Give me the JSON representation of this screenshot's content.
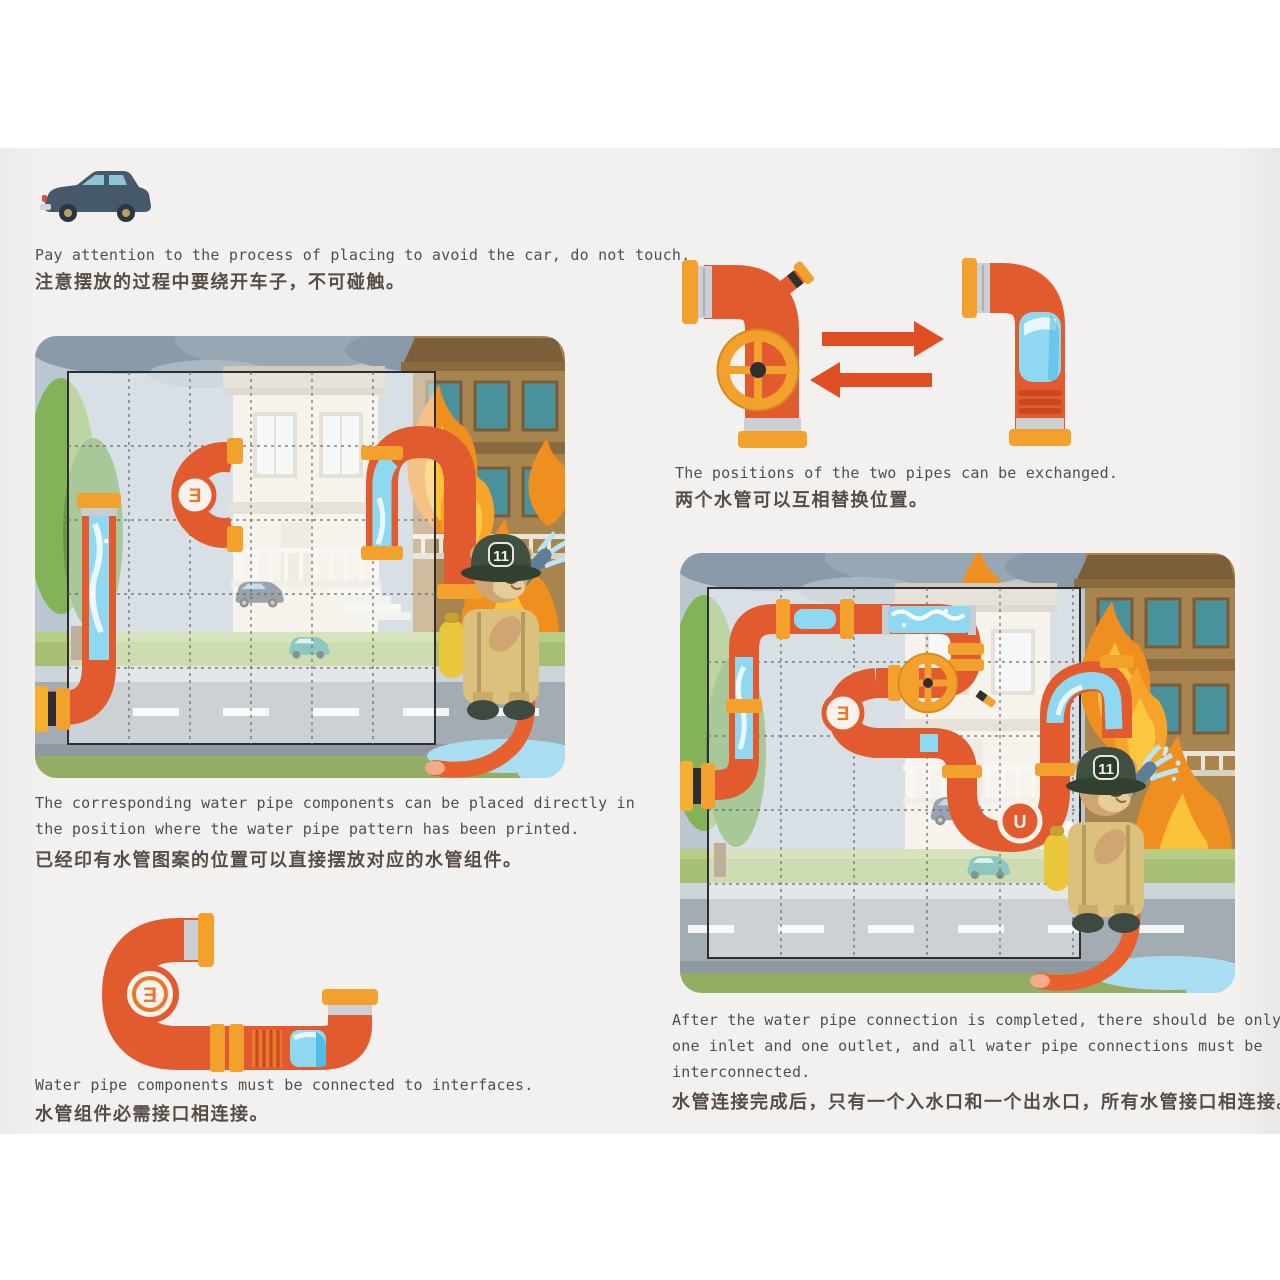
{
  "page": {
    "kind": "scanned instruction page of a water-pipe puzzle game",
    "background_color": "#f2f1ef"
  },
  "texts": {
    "car_note_en": "Pay attention to the process of placing to avoid the car, do not touch.",
    "car_note_cn": "注意摆放的过程中要绕开车子，不可碰触。",
    "exchange_en": "The positions of the two pipes can be exchanged.",
    "exchange_cn": "两个水管可以互相替换位置。",
    "printed_en_1": "The corresponding water pipe components can be placed directly in",
    "printed_en_2": "the position where the water pipe pattern has been printed.",
    "printed_cn": "已经印有水管图案的位置可以直接摆放对应的水管组件。",
    "interfaces_en": "Water pipe components must be connected to interfaces.",
    "interfaces_cn": "水管组件必需接口相连接。",
    "completed_en_1": "After the water pipe connection is completed, there should be only",
    "completed_en_2": "one inlet and one outlet, and all water pipe connections must be",
    "completed_en_3": "interconnected.",
    "completed_cn": "水管连接完成后，只有一个入水口和一个出水口，所有水管接口相连接。"
  },
  "board": {
    "helmet_number": "11",
    "inlet_emblem": "E",
    "outlet_emblem": "U"
  },
  "colors": {
    "pipe_orange": "#e25b2f",
    "flange_orange": "#f2a12c",
    "water_blue": "#8fd8f2",
    "arrow_red": "#e04e24",
    "sky_gray": "#bac7d0",
    "road_gray": "#a3acb3",
    "grass_green": "#a6bf74",
    "fire_orange": "#ef8f1f",
    "bear_tan": "#cfa571",
    "helmet_green": "#3f4f42"
  }
}
